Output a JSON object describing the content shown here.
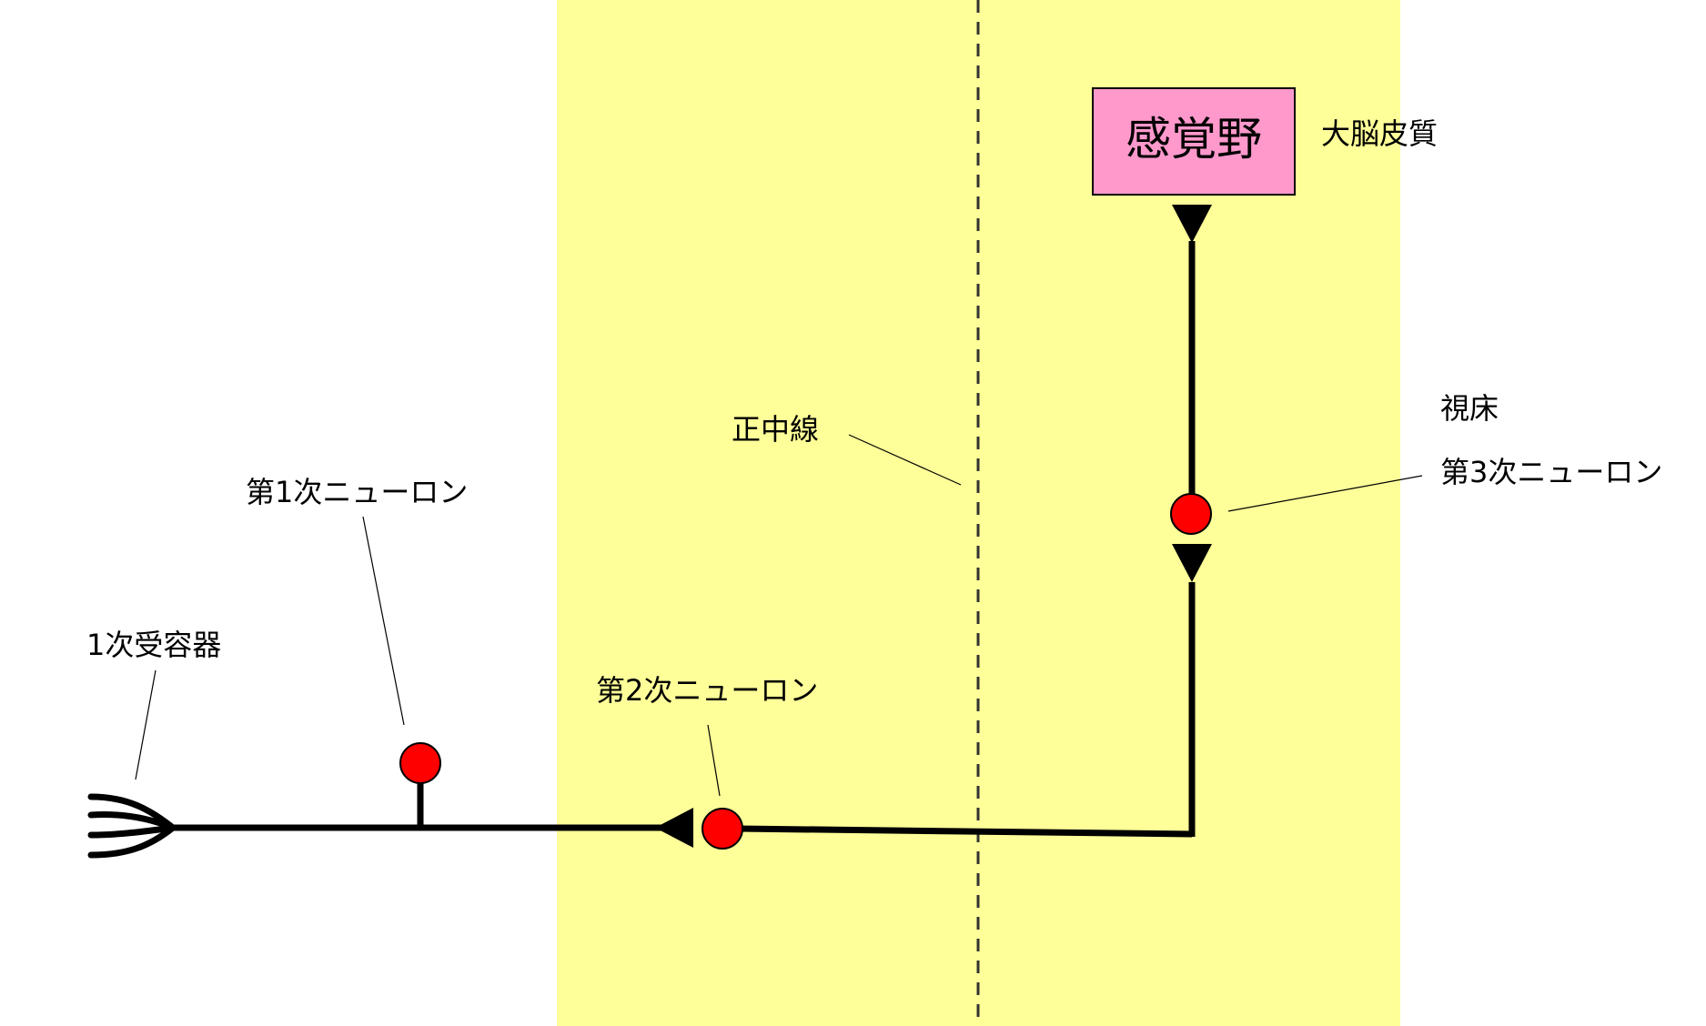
{
  "labels": {
    "cortex_area": "感覚野",
    "cerebral_cortex": "大脳皮質",
    "thalamus": "視床",
    "third_neuron": "第3次ニューロン",
    "midline": "正中線",
    "first_neuron": "第1次ニューロン",
    "primary_receptor": "1次受容器",
    "second_neuron": "第2次ニューロン"
  },
  "colors": {
    "region_fill": "#FFFF99",
    "cortex_box_fill": "#FF99CC",
    "neuron_body": "#FF0000",
    "pathway": "#000000"
  }
}
